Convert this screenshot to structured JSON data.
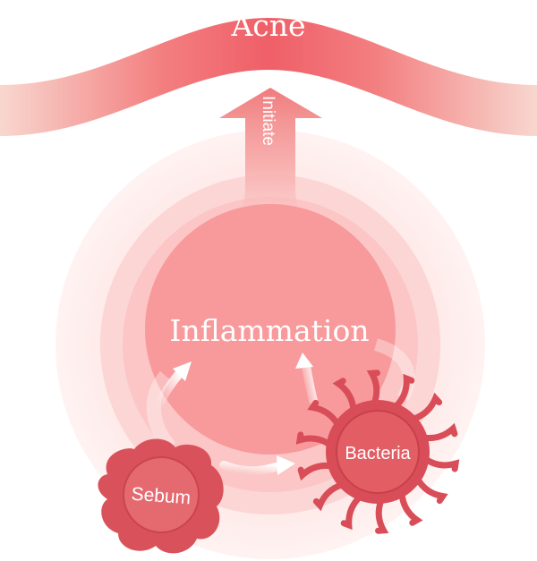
{
  "title": "Acne",
  "arrow_label": "Initiate",
  "center_label": "Inflammation",
  "nodes": {
    "sebum": "Sebum",
    "bacteria": "Bacteria"
  },
  "colors": {
    "accent": "#f0636b",
    "band_light": "#f9d3cb",
    "center": "#f89a9c",
    "sebum": "#d9525b",
    "bacteria": "#d84d57"
  }
}
